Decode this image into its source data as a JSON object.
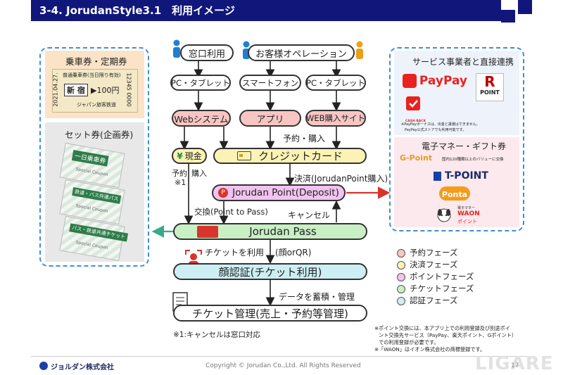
{
  "title": "3-4. JorudanStyle3.1　利用イメージ",
  "top": {
    "counter": "窓口利用",
    "operation": "お客様オペレーション"
  },
  "devices": [
    "PC・タブレット",
    "スマートフォン",
    "PC・タブレット"
  ],
  "systems": [
    "Webシステム",
    "アプリ",
    "WEB購入サイト"
  ],
  "payments": {
    "cash": "現金",
    "credit": "クレジットカード"
  },
  "labels": {
    "reserve_purchase": "予約・購入",
    "reserve": "予約",
    "purchase": "購入",
    "note1": "※1",
    "settle": "決済(JorudanPoint購入)",
    "exchange": "交換(Point to Pass)",
    "cancel": "キャンセル",
    "use_ticket": "チケットを利用",
    "face_qr": "(顔orQR)",
    "store_manage": "データを蓄積・管理",
    "footnote1": "※1:キャンセルは窓口対応"
  },
  "nodes": {
    "jorudan_point": "Jorudan Point(Deposit)",
    "jorudan_pass": "Jorudan Pass",
    "face_auth": "顔認証(チケット利用)",
    "ticket_mgmt": "チケット管理(売上・予約等管理)"
  },
  "left_panel": {
    "ticket_title": "乗車券・定期券",
    "ticket_date": "2021.04.27.",
    "ticket_type": "普通乗車券(当日限り有効)",
    "ticket_station": "新 宿",
    "ticket_fare": "▶100円",
    "ticket_number": "12345 0000",
    "ticket_company": "ジャパン旅客鉄道",
    "set_title": "セット券(企画券)",
    "coupon_label": "Special Coupon",
    "coupons": [
      "一日乗車券",
      "鉄道・バス共通パス",
      "バス・鉄道共通チケット"
    ]
  },
  "right_panel": {
    "partners_title": "サービス事業者と直接連携",
    "paypay": "PayPay",
    "rpoint": "POINT",
    "cashback": "CASH BACK",
    "paypay_note1": "※PayPayボーナスは、出金と譲渡はできません。",
    "paypay_note2": "PayPay公式ストアでも利用可能です。",
    "emoney_title": "電子マネー・ギフト券",
    "gpoint": "G-Point",
    "gpoint_note": "国内120種類以上のバリューに交換",
    "tpoint": "T-POINT",
    "ponta": "Ponta",
    "waon": "WAON",
    "waon_point": "ポイント",
    "waon_top": "電子マネー"
  },
  "legend": [
    "予約フェーズ",
    "決済フェーズ",
    "ポイントフェーズ",
    "チケットフェーズ",
    "認証フェーズ"
  ],
  "legend_colors": [
    "#f7c6c3",
    "#fbf3b4",
    "#f2c3f0",
    "#c9efc5",
    "#cdeef3"
  ],
  "notes": [
    "※ポイント交換には、本アプリ上での利用登録及び別途ポイ",
    "ント交換先サービス（PayPay、楽天ポイント、Gポイント）",
    "での利用登録が必要です。",
    "※「WAON」はイオン株式会社の商標登録です。"
  ],
  "footer": {
    "company": "ジョルダン株式会社",
    "copyright": "Copyright © Jorudan Co.,Ltd. All Rights Reserved",
    "watermark": "LIGARE",
    "page": "17"
  }
}
